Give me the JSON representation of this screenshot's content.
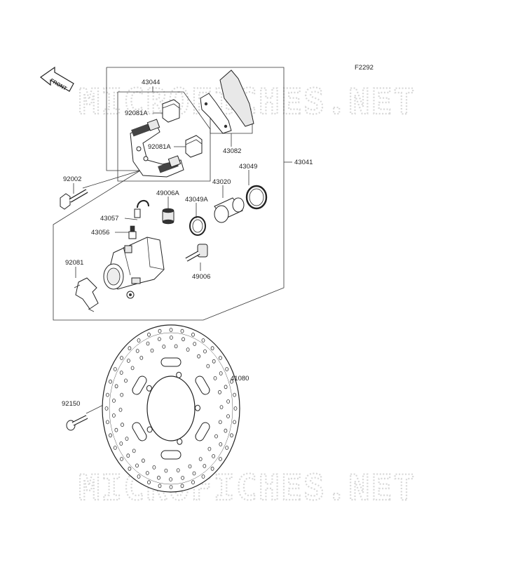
{
  "figure_code": "F2292",
  "front_arrow_text": "FRONT",
  "watermark": "MICROFICHES.NET",
  "parts": {
    "p43044": "43044",
    "p92081A_top": "92081A",
    "p92081A_mid": "92081A",
    "p43082": "43082",
    "p43041": "43041",
    "p92002": "92002",
    "p43049": "43049",
    "p43020": "43020",
    "p49006A": "49006A",
    "p43049A": "43049A",
    "p43057": "43057",
    "p43056": "43056",
    "p92081": "92081",
    "p49006": "49006",
    "p41080": "41080",
    "p92150": "92150"
  }
}
